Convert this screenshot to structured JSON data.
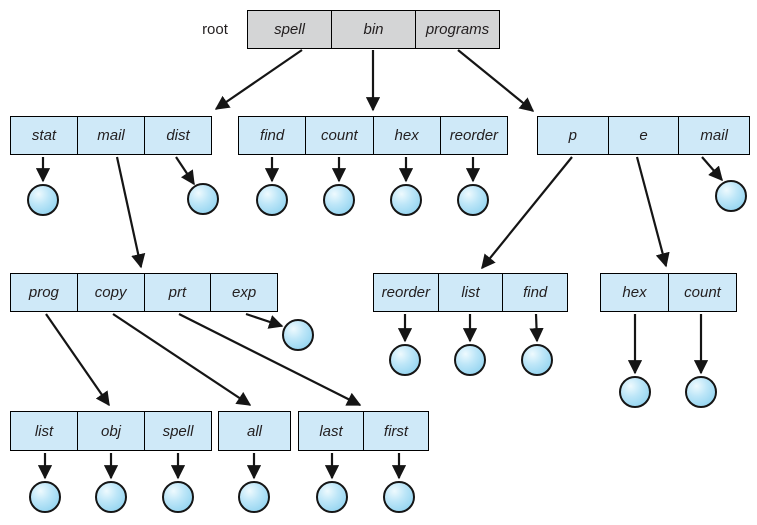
{
  "root_dir": {
    "label": "root",
    "entries": [
      "spell",
      "bin",
      "programs"
    ]
  },
  "tables": {
    "spell_dir": {
      "entries": [
        "stat",
        "mail",
        "dist"
      ]
    },
    "bin_dir": {
      "entries": [
        "find",
        "count",
        "hex",
        "reorder"
      ]
    },
    "programs_dir": {
      "entries": [
        "p",
        "e",
        "mail"
      ]
    },
    "mail_dir": {
      "entries": [
        "prog",
        "copy",
        "prt",
        "exp"
      ]
    },
    "p_dir": {
      "entries": [
        "reorder",
        "list",
        "find"
      ]
    },
    "e_dir": {
      "entries": [
        "hex",
        "count"
      ]
    },
    "prog_dir": {
      "entries": [
        "list",
        "obj",
        "spell"
      ]
    },
    "copy_dir": {
      "entries": [
        "all"
      ]
    },
    "prt_dir": {
      "entries": [
        "last",
        "first"
      ]
    }
  },
  "icons": {
    "file_circle": "file-circle"
  },
  "colors": {
    "tableFill": "#cfe9f8",
    "rootFill": "#d4d5d6",
    "lineColor": "#000000",
    "arrowColor": "#151515",
    "textColor": "#231f20",
    "circleLight": "#eefafe",
    "circleMid": "#bde6f8",
    "circleDark": "#8fd2ef"
  }
}
